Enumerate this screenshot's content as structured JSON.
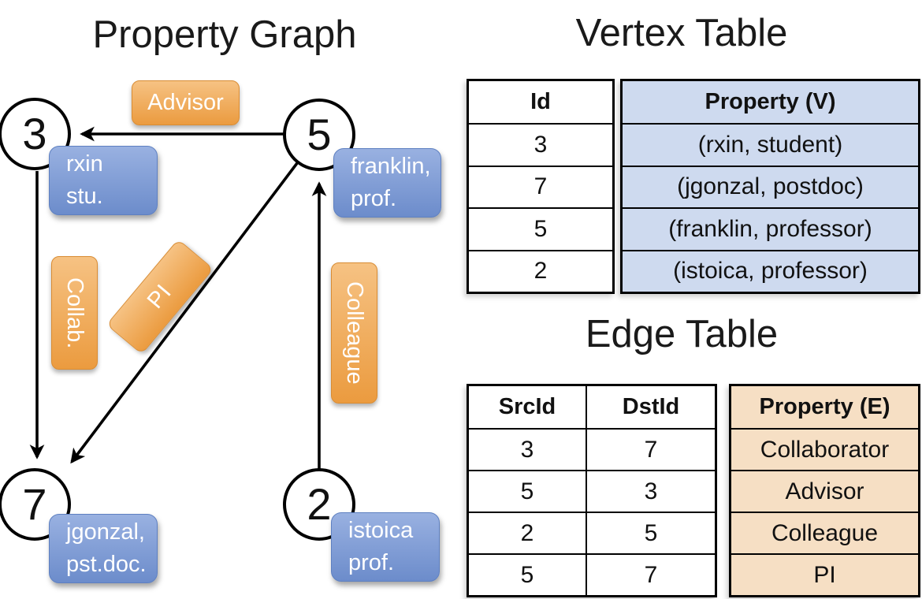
{
  "graph": {
    "title": "Property Graph",
    "nodes": [
      {
        "id": "3",
        "label_line1": "rxin",
        "label_line2": "stu."
      },
      {
        "id": "5",
        "label_line1": "franklin,",
        "label_line2": "prof."
      },
      {
        "id": "7",
        "label_line1": "jgonzal,",
        "label_line2": "pst.doc."
      },
      {
        "id": "2",
        "label_line1": "istoica",
        "label_line2": "prof."
      }
    ],
    "edge_labels": {
      "advisor": "Advisor",
      "collab": "Collab.",
      "pi": "PI",
      "colleague": "Colleague"
    }
  },
  "vertex_table": {
    "title": "Vertex Table",
    "columns": {
      "id": "Id",
      "property": "Property (V)"
    },
    "rows": [
      {
        "id": "3",
        "property": "(rxin, student)"
      },
      {
        "id": "7",
        "property": "(jgonzal, postdoc)"
      },
      {
        "id": "5",
        "property": "(franklin, professor)"
      },
      {
        "id": "2",
        "property": "(istoica, professor)"
      }
    ]
  },
  "edge_table": {
    "title": "Edge Table",
    "columns": {
      "src": "SrcId",
      "dst": "DstId",
      "property": "Property (E)"
    },
    "rows": [
      {
        "src": "3",
        "dst": "7",
        "property": "Collaborator"
      },
      {
        "src": "5",
        "dst": "3",
        "property": "Advisor"
      },
      {
        "src": "2",
        "dst": "5",
        "property": "Colleague"
      },
      {
        "src": "5",
        "dst": "7",
        "property": "PI"
      }
    ]
  },
  "colors": {
    "orange_light": "#F6C283",
    "orange_dark": "#EB9B3F",
    "orange_border": "#D98C33",
    "blue_light": "#99B1E1",
    "blue_dark": "#6C8CCB",
    "blue_border": "#5E80C1",
    "vertex_fill": "#CEDAEF",
    "edge_fill": "#F6DFC4",
    "line": "#000000"
  }
}
